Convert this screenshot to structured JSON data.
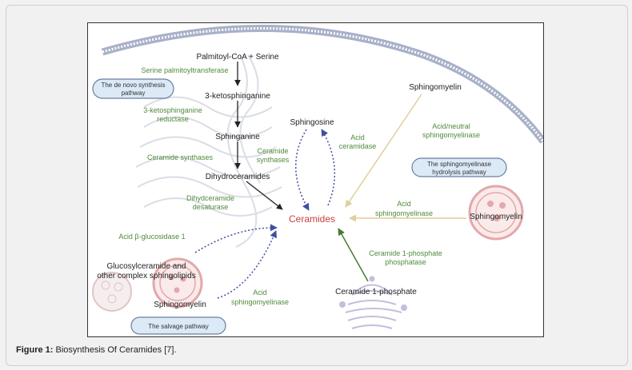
{
  "caption": {
    "label": "Figure 1:",
    "text": " Biosynthesis Of Ceramides [7]."
  },
  "nodes": {
    "palmitoyl": "Palmitoyl-CoA + Serine",
    "ketosphinganine": "3-ketosphinganine",
    "sphinganine": "Sphinganine",
    "dihydroceramides": "Dihydroceramides",
    "ceramides": "Ceramides",
    "sphingosine": "Sphingosine",
    "sphingomyelin_top": "Sphingomyelin",
    "sphingomyelin_right": "Sphingomyelin",
    "sphingomyelin_bottom": "Sphingomyelin",
    "glucosylceramide_1": "Glucosylceramide and",
    "glucosylceramide_2": "other complex sphingolipids",
    "ceramide_1p": "Ceramide 1-phosphate"
  },
  "enzymes": {
    "spt": "Serine palmitoyltransferase",
    "ksr_1": "3-ketosphinganine",
    "ksr_2": "reductase",
    "cers_left": "Ceramide synthases",
    "dhcd_1": "Dihydceramide",
    "dhcd_2": "desaturase",
    "cers_mid_1": "Ceramide",
    "cers_mid_2": "synthases",
    "acid_cer_1": "Acid",
    "acid_cer_2": "ceramidase",
    "neutral_smase_1": "Acid/neutral",
    "neutral_smase_2": "sphingomyelinase",
    "acid_smase_right_1": "Acid",
    "acid_smase_right_2": "sphingomyelinase",
    "c1pp_1": "Ceramide 1-phosphate",
    "c1pp_2": "phosphatase",
    "gba_1": "Acid β-glucosidase 1",
    "acid_smase_bottom_1": "Acid",
    "acid_smase_bottom_2": "sphingomyelinase"
  },
  "pathways": {
    "denovo_1": "The de novo synthesis",
    "denovo_2": "pathway",
    "hydrolysis_1": "The sphingomyelinase",
    "hydrolysis_2": "hydrolysis pathway",
    "salvage": "The salvage pathway"
  },
  "colors": {
    "green_text": "#4f8a3b",
    "ceramides_red": "#c8403e",
    "salvage_arrow": "#3f4ea0",
    "hydrolysis_arrow": "#e8d8a8",
    "c1p_arrow": "#4a7a30",
    "pill_fill": "#dce9f6",
    "pill_stroke": "#6a7fa0",
    "membrane": "#9aa4bf",
    "vesicle": "#e7b7b8"
  }
}
